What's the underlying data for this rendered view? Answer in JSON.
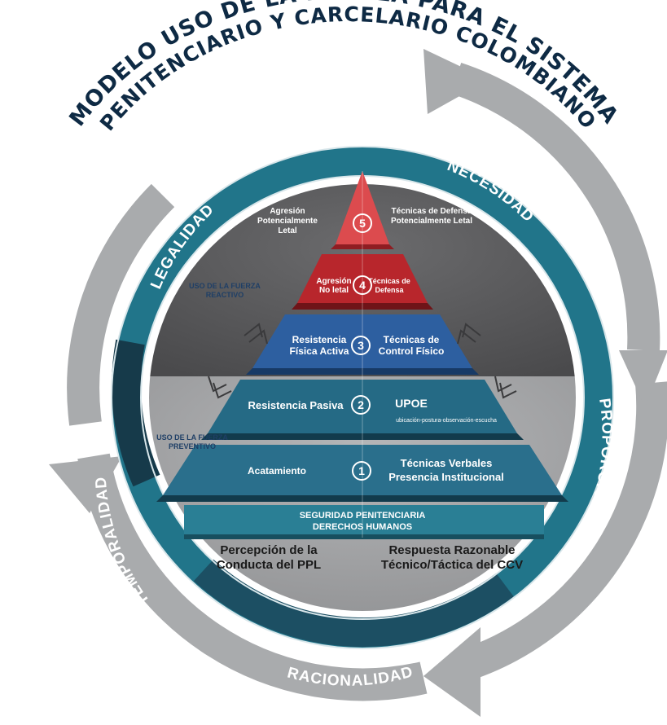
{
  "title": {
    "line1": "MODELO USO DE LA FUERZA PARA EL SISTEMA",
    "line2": "PENITENCIARIO Y CARCELARIO COLOMBIANO"
  },
  "ring_labels": {
    "legalidad": "LEGALIDAD",
    "necesidad": "NECESIDAD",
    "proporcionalidad": "PROPORCIONALIDAD",
    "racionalidad": "RACIONALIDAD",
    "temporalidad": "TEMPORALIDAD"
  },
  "levels": [
    {
      "number": "1",
      "left": "Acatamiento",
      "right_line1": "Técnicas Verbales",
      "right_line2": "Presencia Institucional",
      "color": "#2a6f8c"
    },
    {
      "number": "2",
      "left": "Resistencia Pasiva",
      "right_line1": "UPOE",
      "right_line2": "ubicación-postura-observación-escucha",
      "color": "#256a85"
    },
    {
      "number": "3",
      "left_line1": "Resistencia",
      "left_line2": "Física Activa",
      "right_line1": "Técnicas de",
      "right_line2": "Control Físico",
      "color": "#2d5fa0"
    },
    {
      "number": "4",
      "left_line1": "Agresión",
      "left_line2": "No letal",
      "right_line1": "Técnicas de",
      "right_line2": "Defensa",
      "color": "#b8262c"
    },
    {
      "number": "5",
      "left_line1": "Agresión",
      "left_line2": "Potencialmente",
      "left_line3": "Letal",
      "right_line1": "Técnicas de Defensa",
      "right_line2": "Potencialmente Letal",
      "color": "#dc4b4e"
    }
  ],
  "base": {
    "line1": "SEGURIDAD PENITENCIARIA",
    "line2": "DERECHOS HUMANOS"
  },
  "side_labels": {
    "reactivo_line1": "USO DE LA FUERZA",
    "reactivo_line2": "REACTIVO",
    "preventivo_line1": "USO DE LA FUERZA",
    "preventivo_line2": "PREVENTIVO"
  },
  "bottom": {
    "left_line1": "Percepción de la",
    "left_line2": "Conducta del PPL",
    "right_line1": "Respuesta Razonable",
    "right_line2": "Técnico/Táctica del CCV"
  },
  "colors": {
    "ring": "#21758a",
    "ring_dark": "#163a4a",
    "arrow_gray": "#a9abad",
    "inner_dark": "#5e5e60",
    "inner_light": "#a4a5a7",
    "title": "#0e2a44"
  }
}
